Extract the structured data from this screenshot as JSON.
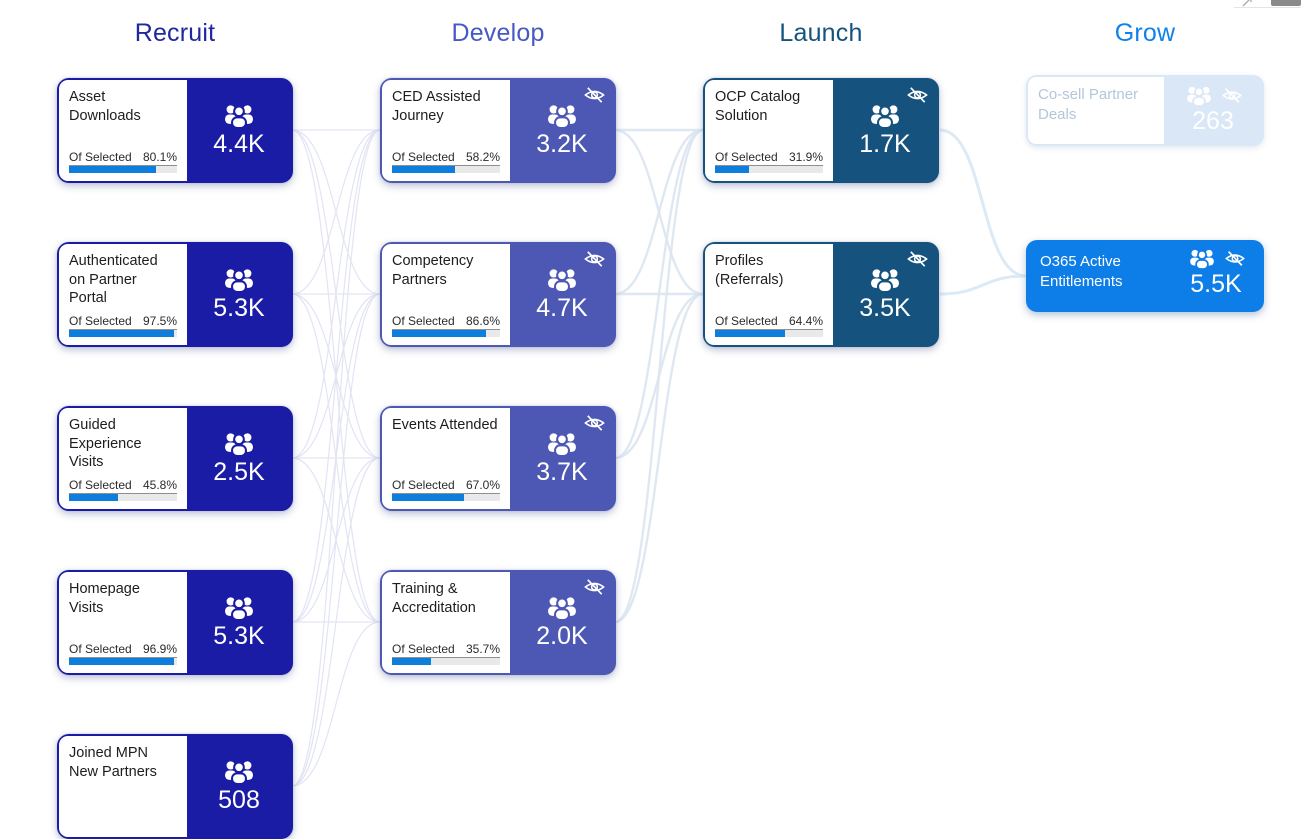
{
  "visual_header": {
    "focus_icon": "focus-mode-icon",
    "more_options": "more-options-bar"
  },
  "colors": {
    "recruit_card": "#1B1CA5",
    "develop_card": "#4D58B4",
    "launch_card": "#15537E",
    "grow_card": "#0D7EE8",
    "cosell_card_bg": "#D9E7F7",
    "progress_fill": "#0D7EDB",
    "recruit_header": "#20289E",
    "develop_header": "#4759C4",
    "launch_header": "#14537F",
    "grow_header": "#0E82EA"
  },
  "columns": [
    {
      "label": "Recruit",
      "cards": [
        {
          "title": "Asset Downloads",
          "of_selected": "Of Selected",
          "pct": "80.1%",
          "value": "4.4K"
        },
        {
          "title": "Authenticated on Partner Portal",
          "of_selected": "Of Selected",
          "pct": "97.5%",
          "value": "5.3K"
        },
        {
          "title": "Guided Experience Visits",
          "of_selected": "Of Selected",
          "pct": "45.8%",
          "value": "2.5K"
        },
        {
          "title": "Homepage Visits",
          "of_selected": "Of Selected",
          "pct": "96.9%",
          "value": "5.3K"
        },
        {
          "title": "Joined MPN New Partners",
          "value": "508"
        }
      ]
    },
    {
      "label": "Develop",
      "cards": [
        {
          "title": "CED Assisted Journey",
          "of_selected": "Of Selected",
          "pct": "58.2%",
          "value": "3.2K"
        },
        {
          "title": "Competency Partners",
          "of_selected": "Of Selected",
          "pct": "86.6%",
          "value": "4.7K"
        },
        {
          "title": "Events Attended",
          "of_selected": "Of Selected",
          "pct": "67.0%",
          "value": "3.7K"
        },
        {
          "title": "Training & Accreditation",
          "of_selected": "Of Selected",
          "pct": "35.7%",
          "value": "2.0K"
        }
      ]
    },
    {
      "label": "Launch",
      "cards": [
        {
          "title": "OCP Catalog Solution",
          "of_selected": "Of Selected",
          "pct": "31.9%",
          "value": "1.7K"
        },
        {
          "title": "Profiles (Referrals)",
          "of_selected": "Of Selected",
          "pct": "64.4%",
          "value": "3.5K"
        }
      ]
    },
    {
      "label": "Grow",
      "cards": [
        {
          "title": "Co-sell Partner Deals",
          "value": "263"
        },
        {
          "title": "O365 Active Entitlements",
          "value": "5.5K"
        }
      ]
    }
  ]
}
